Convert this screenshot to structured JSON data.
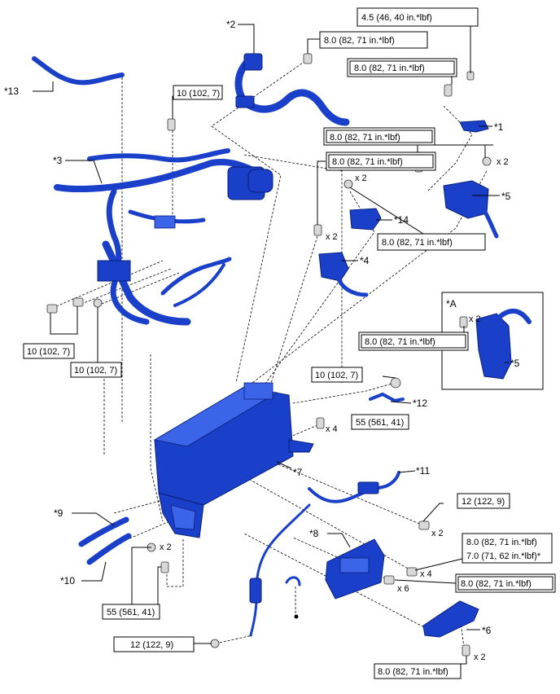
{
  "callouts": {
    "c1": "*1",
    "c2": "*2",
    "c3": "*3",
    "c4": "*4",
    "c5": "*5",
    "c5b": "*5",
    "c6": "*6",
    "c7": "*7",
    "c8": "*8",
    "c9": "*9",
    "c10": "*10",
    "c11": "*11",
    "c12": "*12",
    "c13": "*13",
    "c14": "*14",
    "cA": "*A"
  },
  "torques": {
    "t_4_5": "4.5 (46, 40 in.*lbf)",
    "t_8_top": "8.0 (82, 71 in.*lbf)",
    "t_8_right1": "8.0 (82, 71 in.*lbf)",
    "t_8_mid": "8.0 (82, 71 in.*lbf)",
    "t_8_left4": "8.0 (82, 71 in.*lbf)",
    "t_8_14": "8.0 (82, 71 in.*lbf)",
    "t_8_A": "8.0 (82, 71 in.*lbf)",
    "t_10_top": "10 (102, 7)",
    "t_10_left1": "10 (102, 7)",
    "t_10_left2": "10 (102, 7)",
    "t_10_12": "10 (102, 7)",
    "t_55_right": "55 (561, 41)",
    "t_55_left": "55 (561, 41)",
    "t_12_right": "12 (122, 9)",
    "t_12_bottom": "12 (122, 9)",
    "t_8_stack1": "8.0 (82, 71 in.*lbf)",
    "t_7_stack2": "7.0 (71, 62 in.*lbf)*",
    "t_8_boxed8": "8.0 (82, 71 in.*lbf)",
    "t_8_bottom": "8.0 (82, 71 in.*lbf)"
  },
  "quantities": {
    "q_5a": "x 2",
    "q_14": "x 2",
    "q_4": "x 2",
    "q_A": "x 2",
    "q_7": "x 4",
    "q_11": "x 2",
    "q_8a": "x 4",
    "q_8b": "x 6",
    "q_9": "x 2",
    "q_6": "x 2"
  },
  "colors": {
    "part": "#1a3fc8",
    "part_light": "#3b64e8",
    "outline": "#000000"
  }
}
